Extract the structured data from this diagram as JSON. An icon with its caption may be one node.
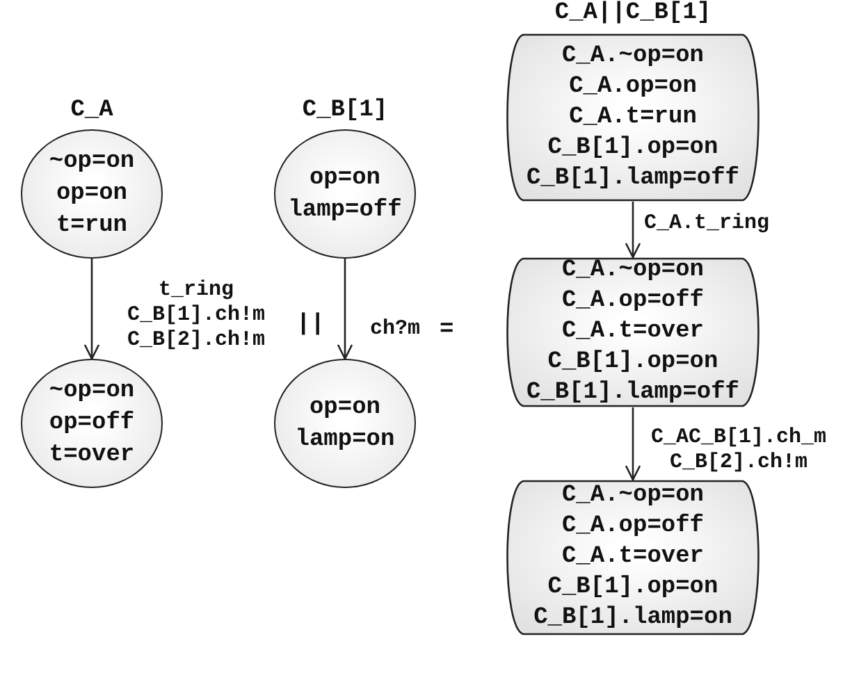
{
  "diagram": {
    "nodes": [
      {
        "text": [
          "C_A",
          "~op=on",
          "op=on",
          "t=run"
        ]
      },
      {
        "text": [
          "~op=on",
          "op=off",
          "t=over"
        ]
      },
      {
        "text": [
          "C_B[1]",
          "op=on",
          "lamp=off"
        ]
      },
      {
        "text": [
          "op=on",
          "lamp=on"
        ]
      },
      {
        "text": [
          "C_A||C_B[1]",
          "C_A.~op=on",
          "C_A.op=on",
          "C_A.t=run",
          "C_B[1].op=on",
          "C_B[1].lamp=off"
        ]
      },
      {
        "text": [
          "C_A.~op=on",
          "C_A.op=off",
          "C_A.t=over",
          "C_B[1].op=on",
          "C_B[1].lamp=off"
        ]
      },
      {
        "text": [
          "C_A.~op=on",
          "C_A.op=off",
          "C_A.t=over",
          "C_B[1].op=on",
          "C_B[1].lamp=on"
        ]
      }
    ],
    "edges": [
      {
        "from": 0,
        "to": 1,
        "arrow": "to",
        "label": "t_ring C_B[1].ch!m C_B[2].ch!m"
      },
      {
        "from": 2,
        "to": 3,
        "arrow": "to",
        "label": "ch?m"
      },
      {
        "from": 4,
        "to": 5,
        "arrow": "to",
        "label": "C_A.t_ring"
      },
      {
        "from": 5,
        "to": 6,
        "arrow": "to",
        "label": "C_AC_B[1].ch_m C_B[2].ch!m"
      }
    ],
    "labels": [
      "||",
      "="
    ]
  }
}
